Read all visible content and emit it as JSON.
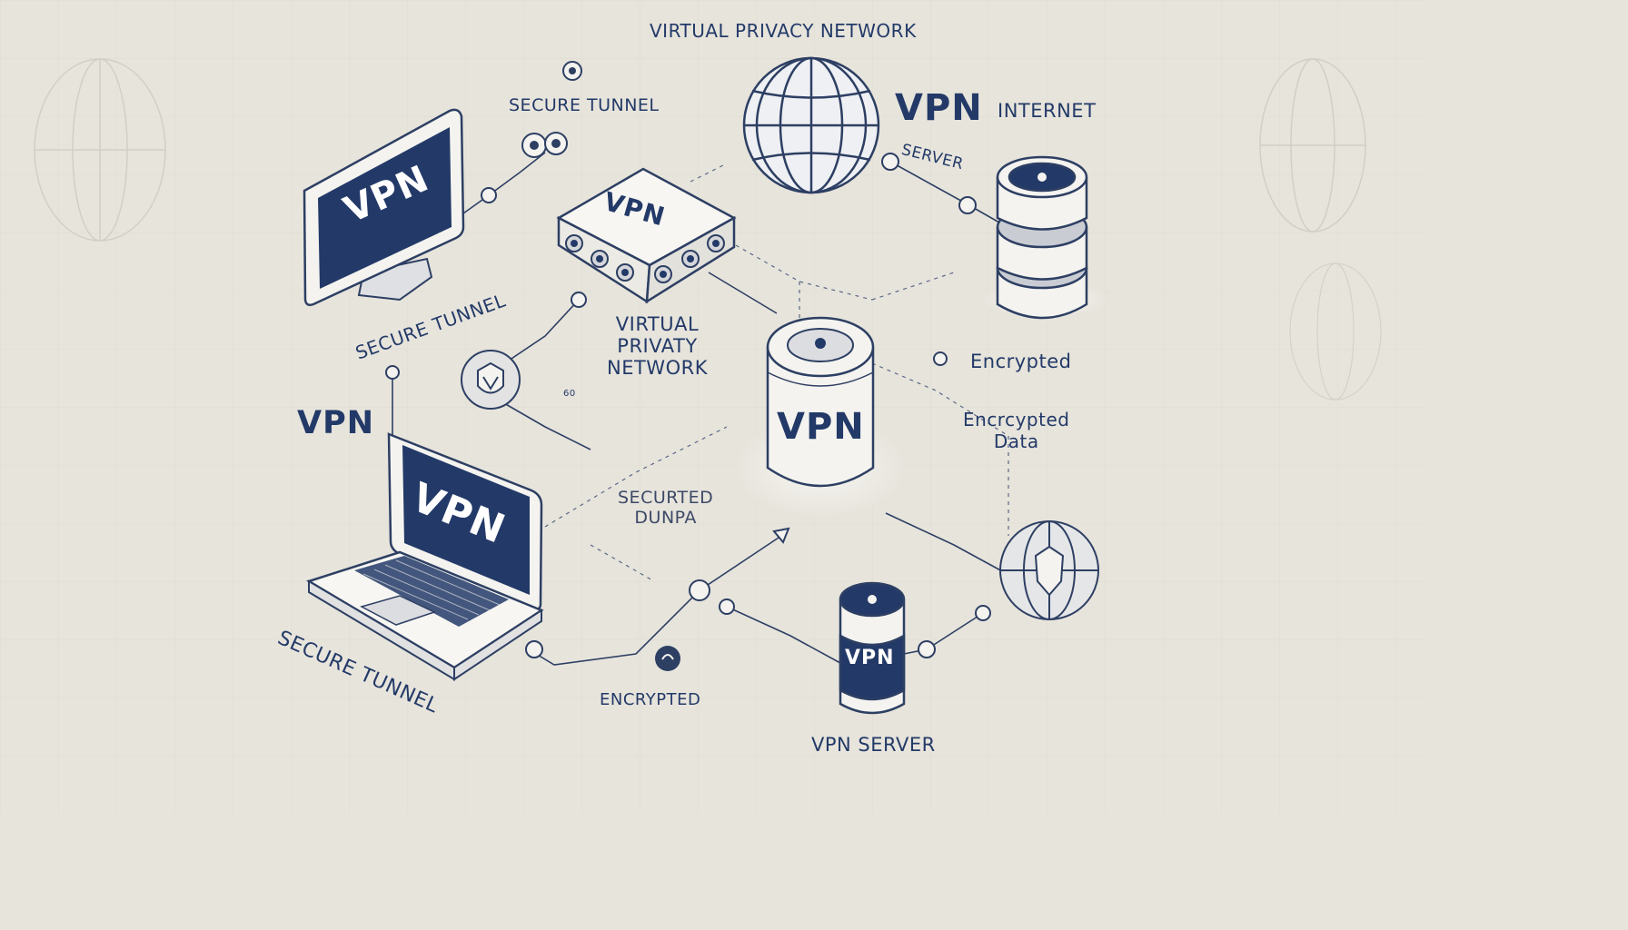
{
  "labels": {
    "top_title": "Virtual Privacy Network",
    "secure_tunnel_top": "Secure Tunnel",
    "vpn_server_side": "VPN",
    "internet": "Internet",
    "server": "Server",
    "secure_tunnel_left": "Secure Tunnel",
    "virtual_privaty_network": [
      "Virtual",
      "Privaty",
      "Network"
    ],
    "encrypted_right": "Encrypted",
    "vpn_left": "VPN",
    "encrypted_data": [
      "Encrcypted",
      "Data"
    ],
    "securted_dunpa": [
      "Securted",
      "Dunpa"
    ],
    "secure_tunnel_bottom": "Secure Tunnel",
    "encrypted_bottom": "Encrypted",
    "vpn_server_bottom": "VPN Server",
    "small_sixty": "60"
  },
  "devices": {
    "monitor_screen": "VPN",
    "router_label": "VPN",
    "laptop_screen": "VPN",
    "database_center": "VPN",
    "server_small": "VPN"
  },
  "icons": [
    "globe-icon",
    "shield-icon",
    "lock-icon",
    "key-icon",
    "database-icon",
    "server-icon",
    "router-icon",
    "laptop-icon",
    "monitor-icon"
  ],
  "colors": {
    "background": "#e7e4dc",
    "navy": "#233a68",
    "light_fill": "#f4f3ef",
    "mid_gray": "#c9ccd3"
  }
}
